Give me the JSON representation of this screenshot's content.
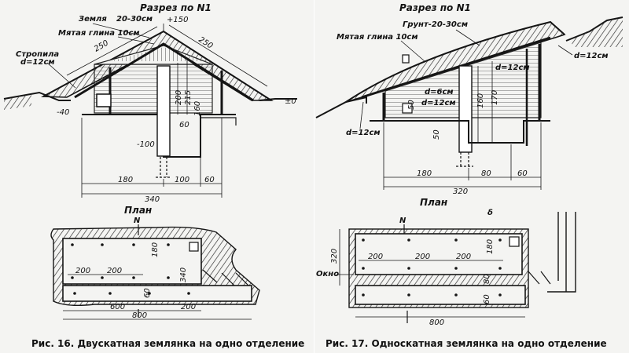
{
  "fig16": {
    "section_title": "Разрез по N1",
    "plan_title": "План",
    "caption": "Рис. 16. Двускатная землянка на одно отделение",
    "labels": {
      "zemlya": "Земля",
      "earth_thickness": "20-30см",
      "clay": "Мятая глина 10см",
      "rafter": "Стропила",
      "rafter_d": "d=12см",
      "north": "N"
    },
    "dims": {
      "plus150": "+150",
      "slope_left": "250",
      "slope_right": "250",
      "zero": "±0",
      "minus40": "-40",
      "minus100": "-100",
      "h200": "200",
      "h215": "215",
      "h160": "160",
      "w60_inner": "60",
      "d180": "180",
      "d100": "100",
      "d60": "60",
      "d340": "340",
      "p200a": "200",
      "p200b": "200",
      "p180": "180",
      "p340": "340",
      "p60": "60",
      "p600": "600",
      "p200c": "200",
      "p800": "800"
    }
  },
  "fig17": {
    "section_title": "Разрез по N1",
    "plan_title": "План",
    "caption": "Рис. 17. Односкатная землянка на одно отделение",
    "labels": {
      "soil": "Грунт-20-30см",
      "clay": "Мятая глина 10см",
      "d12_right": "d=12см",
      "d12_inner": "d=12см",
      "d6": "d=6см",
      "d12_mid": "d=12см",
      "d12_left": "d=12см",
      "north": "N",
      "window": "Окно"
    },
    "dims": {
      "h160": "160",
      "h170": "170",
      "h50a": "50",
      "h50b": "50",
      "d180": "180",
      "d80": "80",
      "d60": "60",
      "d320": "320",
      "p320": "320",
      "p200a": "200",
      "p200b": "200",
      "p200c": "200",
      "p180": "180",
      "p80": "80",
      "p60": "60",
      "p800": "800",
      "p_s": "δ"
    }
  }
}
